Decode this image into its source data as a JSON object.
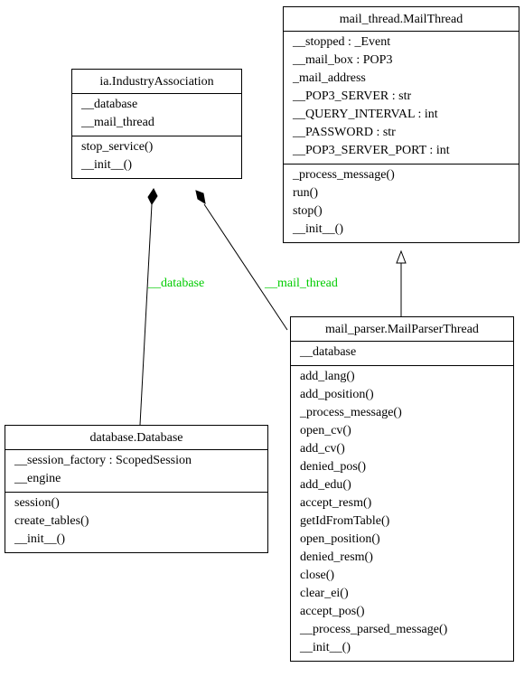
{
  "classes": {
    "industry_association": {
      "name": "ia.IndustryAssociation",
      "attributes": [
        "__database",
        "__mail_thread"
      ],
      "methods": [
        "stop_service()",
        "__init__()"
      ]
    },
    "mail_thread": {
      "name": "mail_thread.MailThread",
      "attributes": [
        "__stopped : _Event",
        "__mail_box : POP3",
        "_mail_address",
        "__POP3_SERVER : str",
        "__QUERY_INTERVAL : int",
        "__PASSWORD : str",
        "__POP3_SERVER_PORT : int"
      ],
      "methods": [
        "_process_message()",
        "run()",
        "stop()",
        "__init__()"
      ]
    },
    "database": {
      "name": "database.Database",
      "attributes": [
        "__session_factory : ScopedSession",
        "__engine"
      ],
      "methods": [
        "session()",
        "create_tables()",
        "__init__()"
      ]
    },
    "mail_parser_thread": {
      "name": "mail_parser.MailParserThread",
      "attributes": [
        "__database"
      ],
      "methods": [
        "add_lang()",
        "add_position()",
        "_process_message()",
        "open_cv()",
        "add_cv()",
        "denied_pos()",
        "add_edu()",
        "accept_resm()",
        "getIdFromTable()",
        "open_position()",
        "denied_resm()",
        "close()",
        "clear_ei()",
        "accept_pos()",
        "__process_parsed_message()",
        "__init__()"
      ]
    }
  },
  "edges": {
    "database_label": "__database",
    "mail_thread_label": "__mail_thread"
  },
  "colors": {
    "edge_label": "#00cc00",
    "line": "#000000"
  }
}
